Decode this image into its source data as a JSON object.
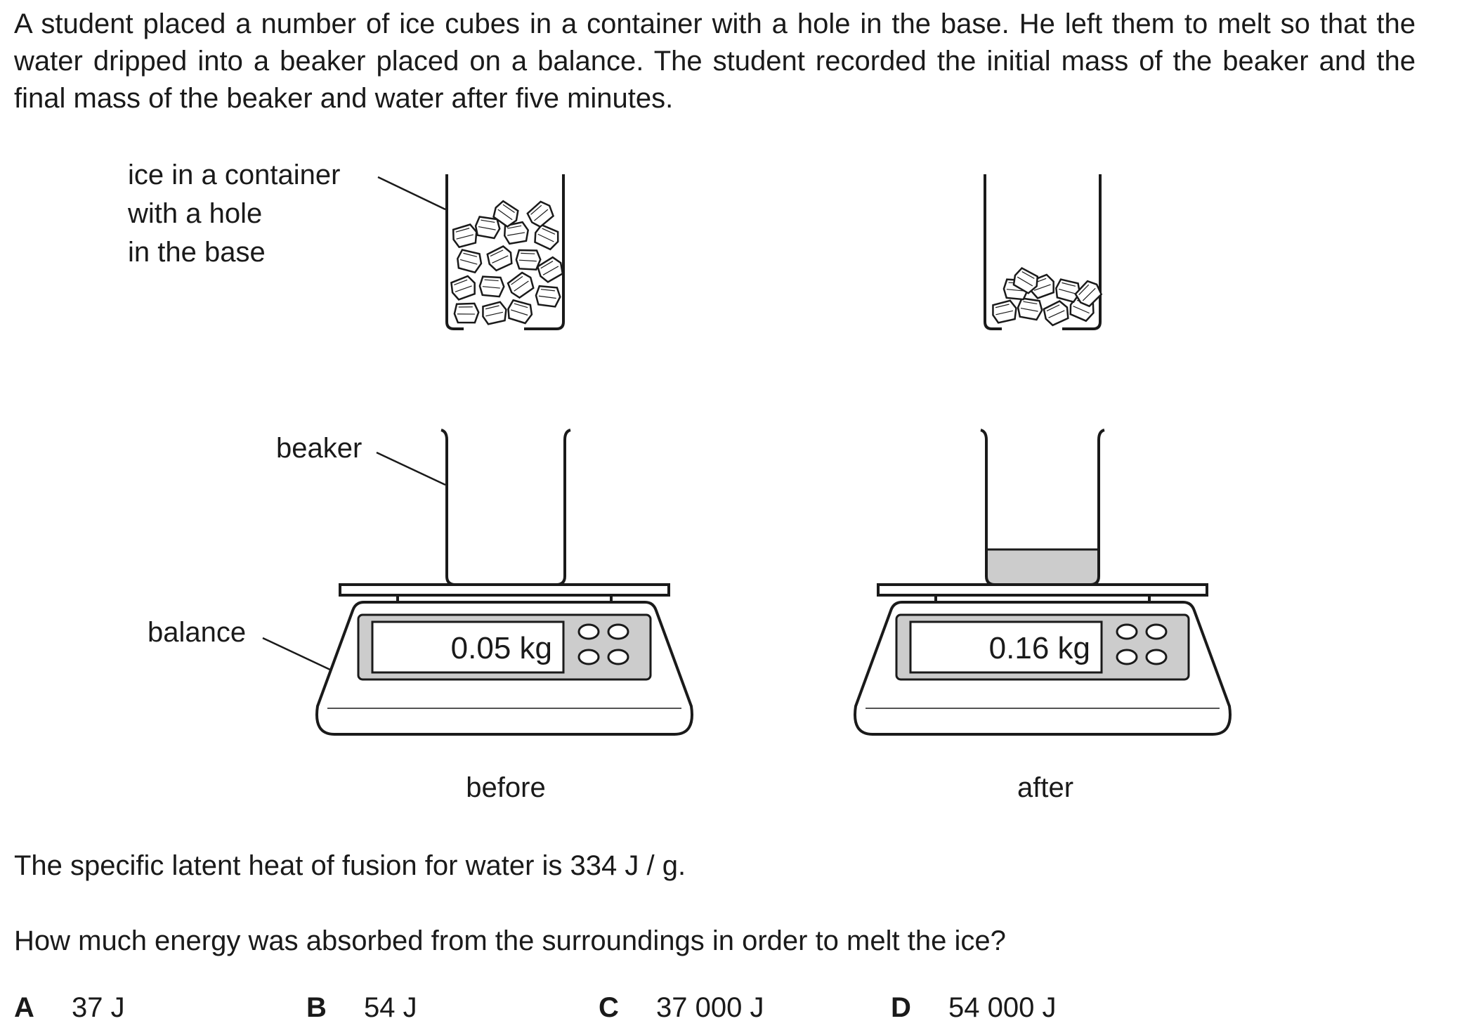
{
  "question": {
    "intro": "A student placed a number of ice cubes in a container with a hole in the base. He left them to melt so that the water dripped into a beaker placed on a balance. The student recorded the initial mass of the beaker and the final mass of the beaker and water after five minutes.",
    "statement": "The specific latent heat of fusion for water is 334 J / g.",
    "prompt": "How much energy was absorbed from the surroundings in order to melt the ice?"
  },
  "figure": {
    "labels": {
      "container_line1": "ice in a container",
      "container_line2": "with a hole",
      "container_line3": "in the base",
      "beaker": "beaker",
      "balance": "balance"
    },
    "before": {
      "caption": "before",
      "reading": "0.05 kg"
    },
    "after": {
      "caption": "after",
      "reading": "0.16 kg"
    }
  },
  "options": [
    {
      "letter": "A",
      "text": "37 J"
    },
    {
      "letter": "B",
      "text": "54 J"
    },
    {
      "letter": "C",
      "text": "37 000 J"
    },
    {
      "letter": "D",
      "text": "54 000 J"
    }
  ]
}
